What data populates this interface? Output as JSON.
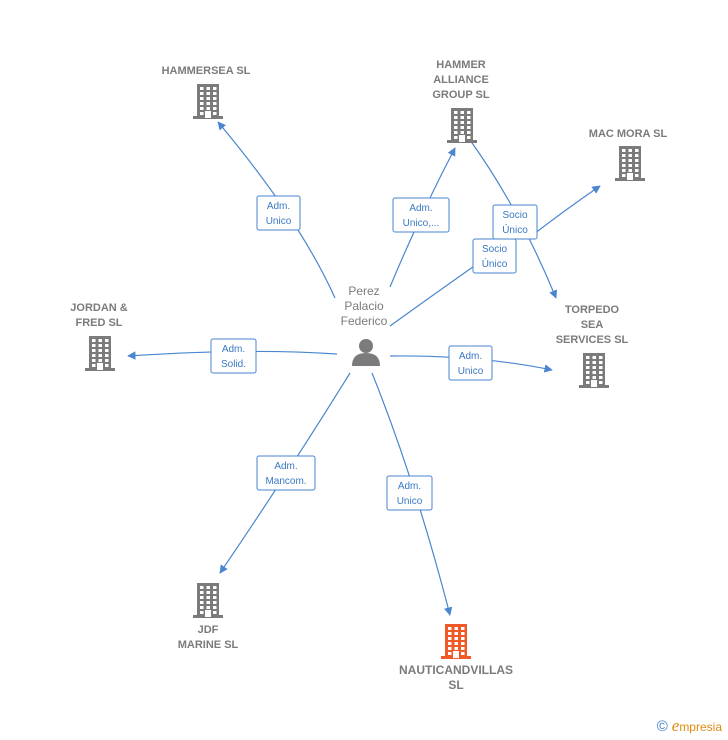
{
  "center": {
    "label_lines": [
      "Perez",
      "Palacio",
      "Federico"
    ],
    "icon": "person-icon"
  },
  "companies": [
    {
      "id": "hammersea",
      "label_lines": [
        "HAMMERSEA SL"
      ],
      "highlight": false
    },
    {
      "id": "hammer_alliance",
      "label_lines": [
        "HAMMER",
        "ALLIANCE",
        "GROUP  SL"
      ],
      "highlight": false
    },
    {
      "id": "mac_mora",
      "label_lines": [
        "MAC MORA SL"
      ],
      "highlight": false
    },
    {
      "id": "jordan_fred",
      "label_lines": [
        "JORDAN &",
        "FRED  SL"
      ],
      "highlight": false
    },
    {
      "id": "torpedo",
      "label_lines": [
        "TORPEDO",
        "SEA",
        "SERVICES  SL"
      ],
      "highlight": false
    },
    {
      "id": "jdf_marine",
      "label_lines": [
        "JDF",
        "MARINE  SL"
      ],
      "highlight": false
    },
    {
      "id": "nauticandvillas",
      "label_lines": [
        "NAUTICANDVILLAS",
        "SL"
      ],
      "highlight": true
    }
  ],
  "edges": [
    {
      "to": "hammersea",
      "label_lines": [
        "Adm.",
        "Unico"
      ]
    },
    {
      "to": "hammer_alliance",
      "label_lines": [
        "Adm.",
        "Unico,..."
      ]
    },
    {
      "to": "mac_mora",
      "label_lines": [
        "Socio",
        "Único"
      ]
    },
    {
      "to": "torpedo",
      "label_lines": [
        "Socio",
        "Único"
      ]
    },
    {
      "to": "jordan_fred",
      "label_lines": [
        "Adm.",
        "Solid."
      ]
    },
    {
      "to": "torpedo",
      "label_lines": [
        "Adm.",
        "Unico"
      ]
    },
    {
      "to": "jdf_marine",
      "label_lines": [
        "Adm.",
        "Mancom."
      ]
    },
    {
      "to": "nauticandvillas",
      "label_lines": [
        "Adm.",
        "Unico"
      ]
    }
  ],
  "colors": {
    "edge": "#4a86d0",
    "building": "#7b7b7b",
    "highlight": "#f05a28",
    "label": "#7b7b7b"
  },
  "footer": {
    "copyright_symbol": "©",
    "brand_initial": "e",
    "brand_rest": "mpresia"
  }
}
